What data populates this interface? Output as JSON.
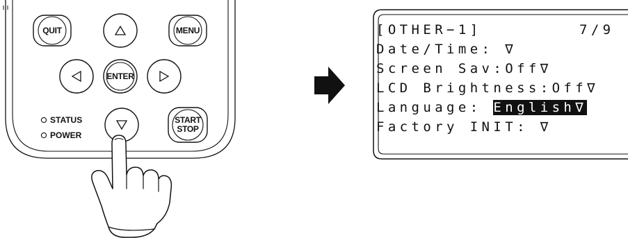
{
  "remote": {
    "buttons": {
      "quit": "QUIT",
      "menu": "MENU",
      "enter": "ENTER",
      "start": "START",
      "stop": "STOP"
    },
    "indicators": {
      "status": "STATUS",
      "power": "POWER"
    }
  },
  "lcd": {
    "line1": "[OTHER−1]",
    "page": "7/9",
    "line2": "Date/Time: ∇",
    "line3": "Screen Sav:Off∇",
    "line4": "LCD Brightness:Off∇",
    "line5_label": "Language: ",
    "line5_value": "English∇",
    "line6": "Factory INIT: ∇"
  }
}
